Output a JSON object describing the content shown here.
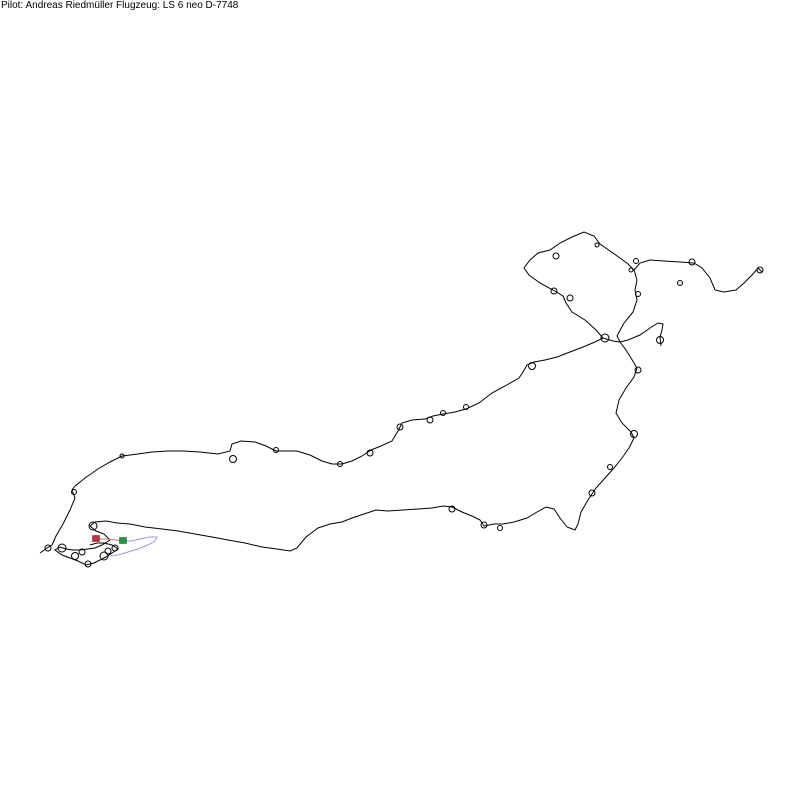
{
  "header": {
    "text": "Pilot: Andreas Riedmüller Flugzeug: LS 6 neo D-7748"
  },
  "colors": {
    "background": "#ffffff",
    "track": "#000000",
    "tow": "#9999dd",
    "start_marker": "#1a9a3a",
    "finish_marker": "#c0303a",
    "landing_line": "#d07070"
  },
  "map": {
    "type": "flight-track",
    "legend": "none",
    "grid": false
  }
}
